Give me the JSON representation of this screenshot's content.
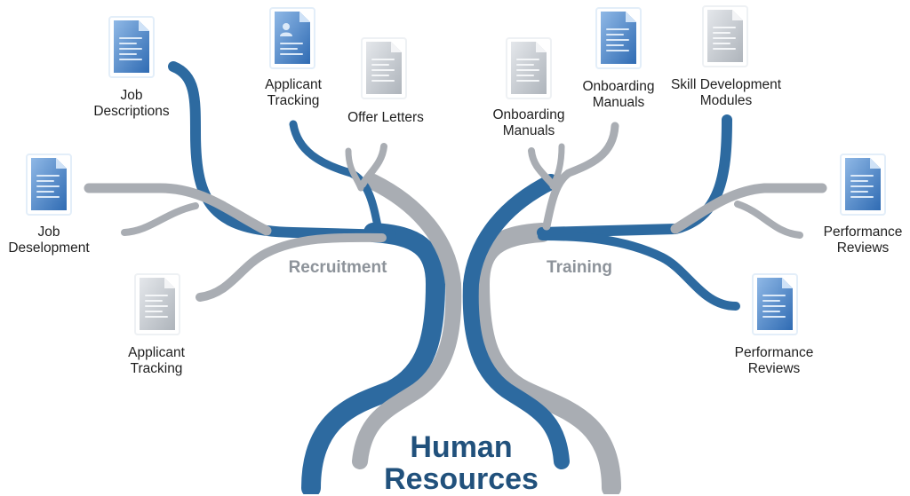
{
  "title": {
    "line1": "Human",
    "line2": "Resources"
  },
  "branches": {
    "left": {
      "label": "Recruitment"
    },
    "right": {
      "label": "Training"
    }
  },
  "colors": {
    "blue": "#2d6aa0",
    "gray": "#a9adb3",
    "title": "#21517c",
    "branch_label": "#8d939a"
  },
  "documents": [
    {
      "id": "job-descriptions",
      "lines": [
        "Job",
        "Descriptions"
      ],
      "icon": "document-icon",
      "style": "blue"
    },
    {
      "id": "applicant-tracking-top",
      "lines": [
        "Applicant",
        "Tracking"
      ],
      "icon": "profile-document-icon",
      "style": "blue"
    },
    {
      "id": "offer-letters",
      "lines": [
        "Offer Letters"
      ],
      "icon": "document-icon",
      "style": "gray"
    },
    {
      "id": "job-deselopment",
      "lines": [
        "Job",
        "Deselopment"
      ],
      "icon": "document-icon",
      "style": "blue"
    },
    {
      "id": "applicant-tracking-bottom",
      "lines": [
        "Applicant",
        "Tracking"
      ],
      "icon": "document-icon",
      "style": "gray"
    },
    {
      "id": "onboarding-manuals-left",
      "lines": [
        "Onboarding",
        "Manuals"
      ],
      "icon": "document-icon",
      "style": "gray"
    },
    {
      "id": "onboarding-manuals-right",
      "lines": [
        "Onboarding",
        "Manuals"
      ],
      "icon": "document-icon",
      "style": "blue"
    },
    {
      "id": "skill-development-modules",
      "lines": [
        "Skill Development",
        "Modules"
      ],
      "icon": "document-icon",
      "style": "gray"
    },
    {
      "id": "performance-reviews-top",
      "lines": [
        "Performance",
        "Reviews"
      ],
      "icon": "document-icon",
      "style": "blue"
    },
    {
      "id": "performance-reviews-bottom",
      "lines": [
        "Performance",
        "Reviews"
      ],
      "icon": "document-icon",
      "style": "blue"
    }
  ]
}
